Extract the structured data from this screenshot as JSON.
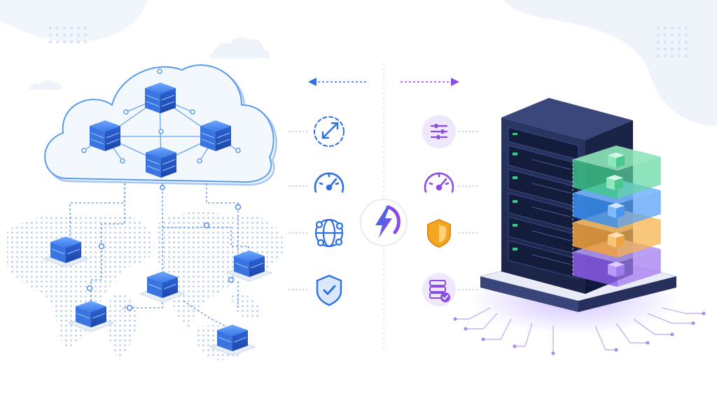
{
  "colors": {
    "background": "#ffffff",
    "cloud_fill": "#eef5fd",
    "cloud_stroke": "#5b9bef",
    "blue_accent": "#2f6fe4",
    "purple_accent": "#8a4ce6",
    "server_blue": "#2d63d6",
    "rack_dark": "#1f2a4f",
    "green_layer": "#3ec98a",
    "blue_layer": "#3b8ff0",
    "orange_layer": "#f2a23a",
    "purple_layer": "#8b5ce8"
  },
  "scene": {
    "left_section": "distributed-cloud-network",
    "right_section": "single-server-rack",
    "arrows": [
      "double-arrow-left-blue",
      "arrow-right-purple"
    ],
    "left_icons": [
      "scale-arrows-icon",
      "speedometer-icon",
      "network-globe-icon",
      "shield-check-icon"
    ],
    "right_icons": [
      "sliders-icon",
      "speedometer-icon",
      "shield-icon",
      "server-check-icon"
    ],
    "center_icon": "lightning-bolt-icon",
    "stack_layers": [
      "green-layer",
      "blue-layer",
      "orange-layer",
      "purple-layer"
    ]
  }
}
